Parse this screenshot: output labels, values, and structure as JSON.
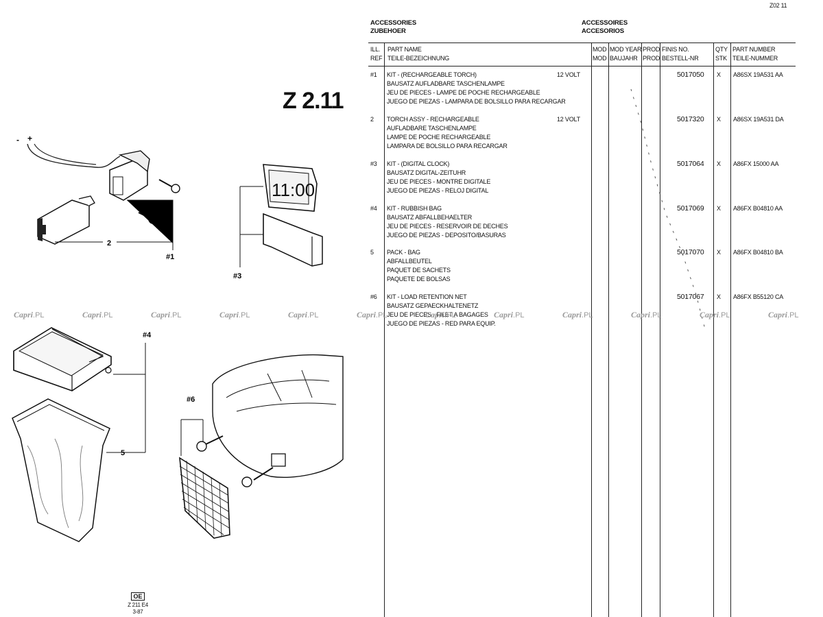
{
  "page": {
    "page_code": "Z02 11",
    "section_en": "ACCESSORIES",
    "section_de": "ZUBEHOER",
    "section_fr": "ACCESSOIRES",
    "section_es": "ACCESORIOS",
    "diagram_title": "Z 2.11",
    "footer_badge": "OE",
    "footer_code": "Z 211 E4",
    "footer_date": "3-87"
  },
  "table": {
    "headers": {
      "ill_ref_1": "ILL.",
      "ill_ref_2": "REF",
      "part_name_1": "PART NAME",
      "part_name_2": "TEILE-BEZEICHNUNG",
      "mod_1": "MOD",
      "mod_2": "MOD",
      "mod_year_1": "MOD YEAR",
      "mod_year_2": "BAUJAHR",
      "prod_1": "PROD",
      "prod_2": "PROD",
      "finis_1": "FINIS NO.",
      "finis_2": "BESTELL-NR",
      "qty_1": "QTY",
      "qty_2": "STK",
      "partnum_1": "PART NUMBER",
      "partnum_2": "TEILE-NUMMER"
    },
    "rows": [
      {
        "ref": "#1",
        "lines": [
          "KIT - (RECHARGEABLE TORCH)",
          "BAUSATZ AUFLADBARE TASCHENLAMPE",
          "JEU DE PIECES - LAMPE DE POCHE RECHARGEABLE",
          "JUEGO DE PIEZAS - LAMPARA DE BOLSILLO PARA RECARGAR"
        ],
        "note": "12 VOLT",
        "finis": "5017050",
        "qty": "X",
        "part_number": "A86SX 19A531 AA"
      },
      {
        "ref": "2",
        "lines": [
          "TORCH ASSY - RECHARGEABLE",
          "AUFLADBARE TASCHENLAMPE",
          "LAMPE DE POCHE RECHARGEABLE",
          "LAMPARA DE BOLSILLO PARA RECARGAR"
        ],
        "note": "12 VOLT",
        "finis": "5017320",
        "qty": "X",
        "part_number": "A86SX 19A531 DA"
      },
      {
        "ref": "#3",
        "lines": [
          "KIT - (DIGITAL CLOCK)",
          "BAUSATZ DIGITAL-ZEITUHR",
          "JEU DE PIECES - MONTRE DIGITALE",
          "JUEGO DE PIEZAS - RELOJ DIGITAL"
        ],
        "note": "",
        "finis": "5017064",
        "qty": "X",
        "part_number": "A86FX 15000 AA"
      },
      {
        "ref": "#4",
        "lines": [
          "KIT - RUBBISH BAG",
          "BAUSATZ ABFALLBEHAELTER",
          "JEU DE PIECES - RESERVOIR DE DECHES",
          "JUEGO DE PIEZAS - DEPOSITO/BASURAS"
        ],
        "note": "",
        "finis": "5017069",
        "qty": "X",
        "part_number": "A86FX B04810 AA"
      },
      {
        "ref": "5",
        "lines": [
          "PACK - BAG",
          "ABFALLBEUTEL",
          "PAQUET DE SACHETS",
          "PAQUETE DE BOLSAS"
        ],
        "note": "",
        "finis": "5017070",
        "qty": "X",
        "part_number": "A86FX B04810 BA"
      },
      {
        "ref": "#6",
        "lines": [
          "KIT - LOAD RETENTION NET",
          "BAUSATZ GEPAECKHALTENETZ",
          "JEU DE PIECES - FILET A BAGAGES",
          "JUEGO DE PIEZAS - RED PARA EQUIP."
        ],
        "note": "",
        "finis": "5017067",
        "qty": "X",
        "part_number": "A86FX B55120 CA"
      }
    ]
  },
  "diagram": {
    "labels": {
      "minus": "-",
      "plus": "+",
      "clock_display": "11:00",
      "l1": "#1",
      "l2": "2",
      "l3": "#3",
      "l4": "#4",
      "l5": "5",
      "l6": "#6"
    }
  },
  "watermark": {
    "brand": "Capri",
    "suffix": ".PL"
  }
}
